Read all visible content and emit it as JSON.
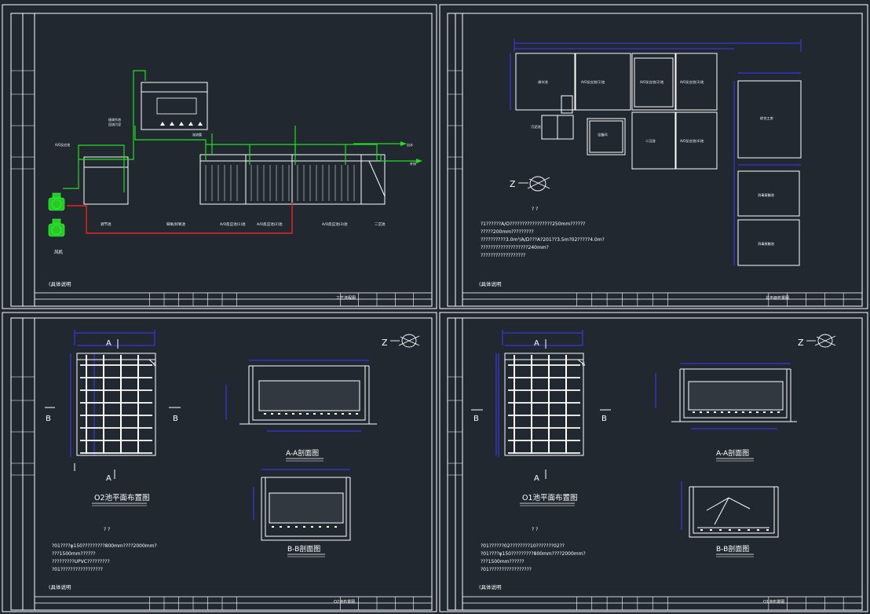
{
  "colors": {
    "background": "#212830",
    "line": "#ffffff",
    "dimension": "#3a3aff",
    "pipe_air": "#22dd22",
    "pipe_sludge": "#ee2222",
    "blower": "#22cc22"
  },
  "sheets": {
    "process": {
      "title_block_text": "工艺流程图",
      "blower_label": "风机",
      "tank_labels": [
        "调节池",
        "缺氧/好氧池",
        "A/O反应池(1)池",
        "A/O反应池(2)池",
        "A/O反应池(3)池",
        "二沉池"
      ],
      "note": "(具体说明"
    },
    "layout": {
      "title_block_text": "总平面布置图",
      "tank_labels": [
        "调节池",
        "A/O反应池(1)池",
        "A/O反应池(2)池",
        "A/O反应池(3)池",
        "污泥池",
        "设备间",
        "二沉池",
        "A/O反应池(4)池",
        "综合工房",
        "消毒接触池",
        "消毒接触池"
      ],
      "notes_title": "? ?",
      "notes": [
        "?1??????A/O?????????????????250mm??????",
        "  ?????200mm?????????",
        "??????????3.0m³/A/D???A?201??3.5m?02?????4.0m?",
        "???????????????????240mm?",
        "??????????????????"
      ]
    },
    "o2": {
      "section_marks": [
        "A",
        "A",
        "B",
        "B"
      ],
      "plan_title": "O2池平面布置图",
      "section_aa_title": "A-A剖面图",
      "section_bb_title": "B-B剖面图",
      "notes_title": "? ?",
      "notes": [
        "?01????φ150?????????800mm????2000mm?",
        "???1500mm??????",
        "?????????UPVC?????????",
        "?01?????????????????"
      ],
      "note_tag": "(具体说明",
      "title_block_text": "O2池布置图"
    },
    "o1": {
      "section_marks": [
        "A",
        "A",
        "B",
        "B"
      ],
      "plan_title": "O1池平面布置图",
      "section_aa_title": "A-A剖面图",
      "section_bb_title": "B-B剖面图",
      "notes_title": "? ?",
      "notes": [
        "?01??????02????????10???????02??",
        "?01????φ150?????????800mm????2000mm?",
        "???1500mm??????",
        "?01?????????????????"
      ],
      "note_tag": "(具体说明",
      "title_block_text": "O1池布置图"
    }
  }
}
